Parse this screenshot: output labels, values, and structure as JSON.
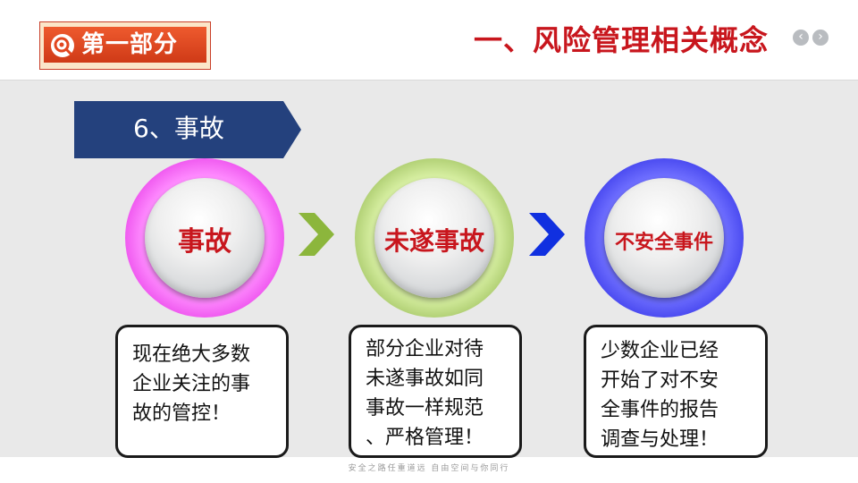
{
  "header": {
    "badge_text": "第一部分",
    "page_title": "一、风险管理相关概念",
    "nav_prev": "‹",
    "nav_next": "›"
  },
  "section": {
    "title": "6、事故"
  },
  "circles": [
    {
      "label": "事故",
      "ring_color": "#e020e0"
    },
    {
      "label": "未遂事故",
      "ring_color": "#8cb63c"
    },
    {
      "label": "不安全事件",
      "ring_color": "#1010e0"
    }
  ],
  "arrows": [
    {
      "color": "#8cb63c"
    },
    {
      "color": "#1030e0"
    }
  ],
  "boxes": [
    {
      "text": "现在绝大多数\n企业关注的事\n故的管控！"
    },
    {
      "text": "部分企业对待\n未遂事故如同\n事故一样规范\n、严格管理！"
    },
    {
      "text": "少数企业已经\n开始了对不安\n全事件的报告\n调查与处理！"
    }
  ],
  "footer": {
    "text": "安全之路任重道远  自由空间与你同行"
  },
  "colors": {
    "accent_red": "#c8161d",
    "navy": "#24417d",
    "badge_orange": "#e2461f"
  }
}
